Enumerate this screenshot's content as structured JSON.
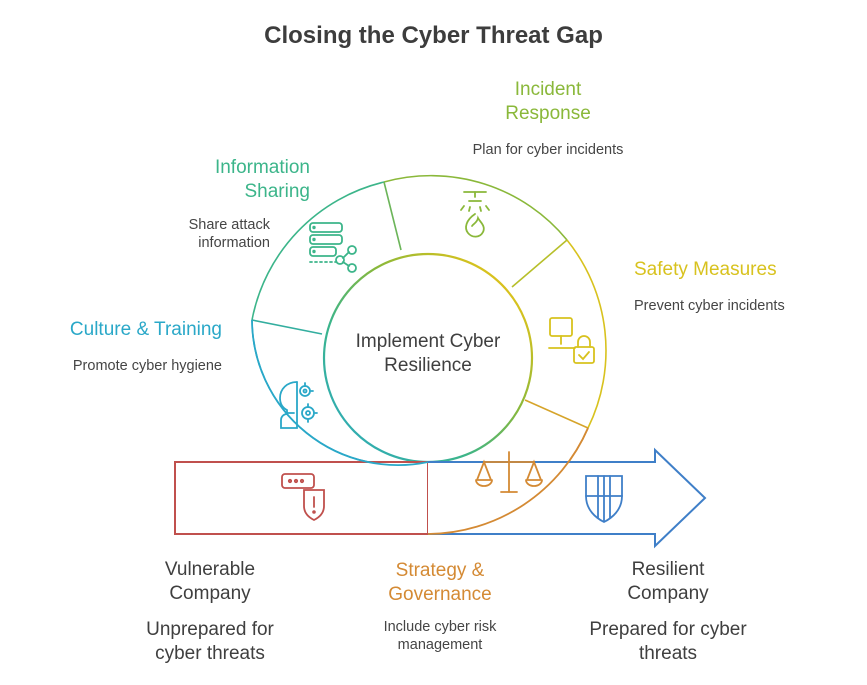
{
  "title": "Closing the Cyber Threat Gap",
  "center": {
    "line1": "Implement Cyber",
    "line2": "Resilience"
  },
  "segments": [
    {
      "title_line1": "Incident",
      "title_line2": "Response",
      "desc_line1": "Plan for cyber incidents",
      "color": "#8ab83a",
      "icon": "fire-sprinkler-icon"
    },
    {
      "title_line1": "Information",
      "title_line2": "Sharing",
      "desc_line1": "Share attack",
      "desc_line2": "information",
      "color": "#3cb58a",
      "icon": "server-share-icon"
    },
    {
      "title_line1": "Safety Measures",
      "desc_line1": "Prevent cyber incidents",
      "color": "#d8c21e",
      "icon": "computer-lock-icon"
    },
    {
      "title_line1": "Culture & Training",
      "desc_line1": "Promote cyber hygiene",
      "color": "#2aa8c8",
      "icon": "head-gears-icon"
    },
    {
      "title_line1": "Strategy &",
      "title_line2": "Governance",
      "desc_line1": "Include cyber risk",
      "desc_line2": "management",
      "color": "#d48a34",
      "icon": "balance-scale-icon"
    }
  ],
  "vulnerable": {
    "title_line1": "Vulnerable",
    "title_line2": "Company",
    "desc_line1": "Unprepared for",
    "desc_line2": "cyber threats",
    "color": "#c0504d",
    "icon": "shield-alert-icon"
  },
  "resilient": {
    "title_line1": "Resilient",
    "title_line2": "Company",
    "desc_line1": "Prepared for cyber",
    "desc_line2": "threats",
    "color": "#3f7fc8",
    "icon": "shield-icon"
  }
}
